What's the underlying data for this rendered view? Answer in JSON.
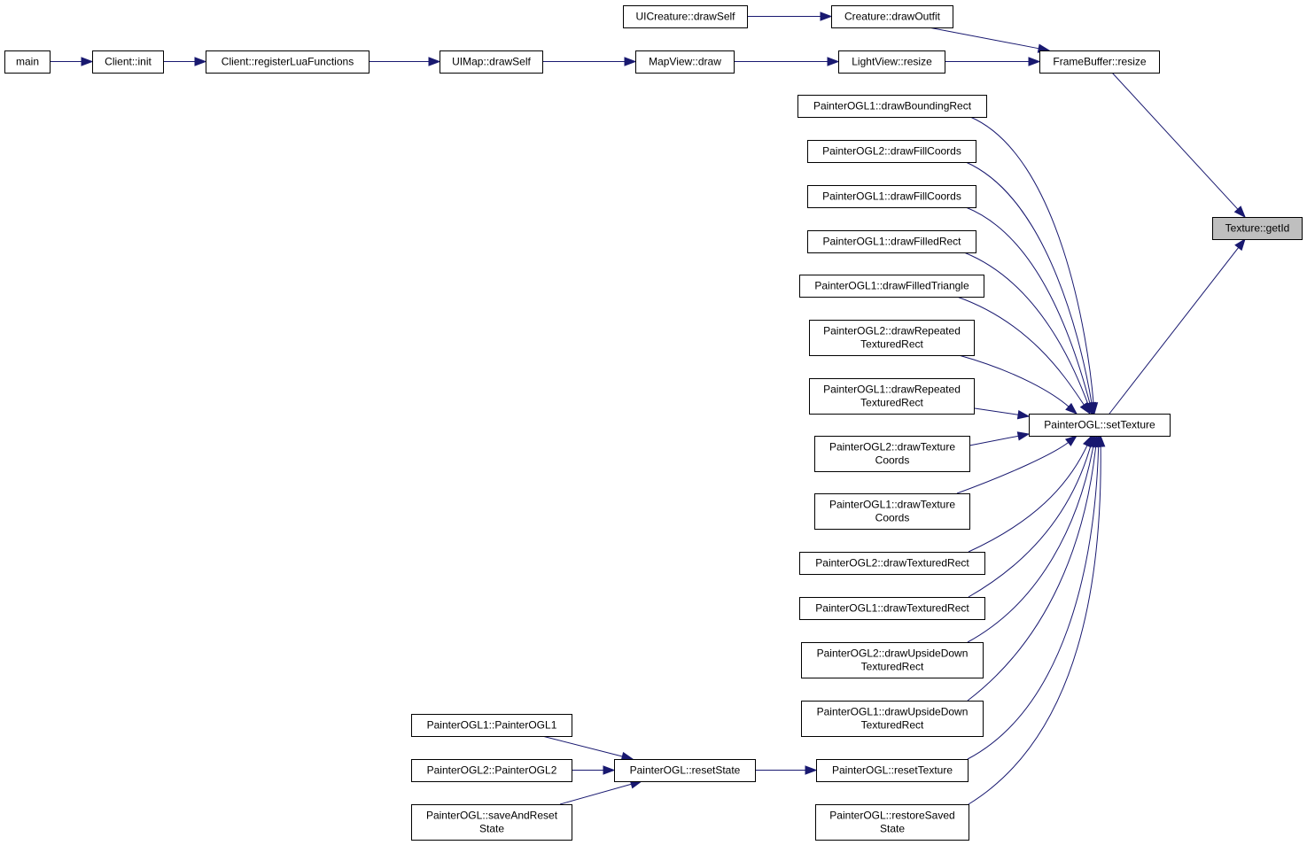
{
  "accent_color": "#191970",
  "highlight_color": "#bfbfbf",
  "nodes": {
    "main": [
      "main"
    ],
    "client_init": [
      "Client::init"
    ],
    "client_register": [
      "Client::registerLuaFunctions"
    ],
    "uimap_drawself": [
      "UIMap::drawSelf"
    ],
    "mapview_draw": [
      "MapView::draw"
    ],
    "uicreature_drawself": [
      "UICreature::drawSelf"
    ],
    "creature_drawoutfit": [
      "Creature::drawOutfit"
    ],
    "lightview_resize": [
      "LightView::resize"
    ],
    "framebuffer_resize": [
      "FrameBuffer::resize"
    ],
    "texture_getid": [
      "Texture::getId"
    ],
    "p1_drawboundingrect": [
      "PainterOGL1::drawBoundingRect"
    ],
    "p2_drawfillcoords": [
      "PainterOGL2::drawFillCoords"
    ],
    "p1_drawfillcoords": [
      "PainterOGL1::drawFillCoords"
    ],
    "p1_drawfilledrect": [
      "PainterOGL1::drawFilledRect"
    ],
    "p1_drawfilledtriangle": [
      "PainterOGL1::drawFilledTriangle"
    ],
    "p2_drawrepeated": [
      "PainterOGL2::drawRepeated",
      "TexturedRect"
    ],
    "p1_drawrepeated": [
      "PainterOGL1::drawRepeated",
      "TexturedRect"
    ],
    "p2_drawtexturecoords": [
      "PainterOGL2::drawTexture",
      "Coords"
    ],
    "p1_drawtexturecoords": [
      "PainterOGL1::drawTexture",
      "Coords"
    ],
    "p2_drawtexturedrect": [
      "PainterOGL2::drawTexturedRect"
    ],
    "p1_drawtexturedrect": [
      "PainterOGL1::drawTexturedRect"
    ],
    "p2_drawupsidedown": [
      "PainterOGL2::drawUpsideDown",
      "TexturedRect"
    ],
    "p1_drawupsidedown": [
      "PainterOGL1::drawUpsideDown",
      "TexturedRect"
    ],
    "painterogl_settexture": [
      "PainterOGL::setTexture"
    ],
    "p1_ctor": [
      "PainterOGL1::PainterOGL1"
    ],
    "p2_ctor": [
      "PainterOGL2::PainterOGL2"
    ],
    "painterogl_saveandreset": [
      "PainterOGL::saveAndReset",
      "State"
    ],
    "painterogl_resetstate": [
      "PainterOGL::resetState"
    ],
    "painterogl_resettexture": [
      "PainterOGL::resetTexture"
    ],
    "painterogl_restoresaved": [
      "PainterOGL::restoreSaved",
      "State"
    ]
  },
  "edges": [
    [
      "main",
      "client_init"
    ],
    [
      "client_init",
      "client_register"
    ],
    [
      "client_register",
      "uimap_drawself"
    ],
    [
      "uimap_drawself",
      "mapview_draw"
    ],
    [
      "mapview_draw",
      "lightview_resize"
    ],
    [
      "uicreature_drawself",
      "creature_drawoutfit"
    ],
    [
      "creature_drawoutfit",
      "framebuffer_resize"
    ],
    [
      "lightview_resize",
      "framebuffer_resize"
    ],
    [
      "framebuffer_resize",
      "texture_getid"
    ],
    [
      "painterogl_settexture",
      "texture_getid"
    ],
    [
      "p1_drawboundingrect",
      "painterogl_settexture"
    ],
    [
      "p2_drawfillcoords",
      "painterogl_settexture"
    ],
    [
      "p1_drawfillcoords",
      "painterogl_settexture"
    ],
    [
      "p1_drawfilledrect",
      "painterogl_settexture"
    ],
    [
      "p1_drawfilledtriangle",
      "painterogl_settexture"
    ],
    [
      "p2_drawrepeated",
      "painterogl_settexture"
    ],
    [
      "p1_drawrepeated",
      "painterogl_settexture"
    ],
    [
      "p2_drawtexturecoords",
      "painterogl_settexture"
    ],
    [
      "p1_drawtexturecoords",
      "painterogl_settexture"
    ],
    [
      "p2_drawtexturedrect",
      "painterogl_settexture"
    ],
    [
      "p1_drawtexturedrect",
      "painterogl_settexture"
    ],
    [
      "p2_drawupsidedown",
      "painterogl_settexture"
    ],
    [
      "p1_drawupsidedown",
      "painterogl_settexture"
    ],
    [
      "painterogl_resettexture",
      "painterogl_settexture"
    ],
    [
      "painterogl_restoresaved",
      "painterogl_settexture"
    ],
    [
      "p1_ctor",
      "painterogl_resetstate"
    ],
    [
      "p2_ctor",
      "painterogl_resetstate"
    ],
    [
      "painterogl_saveandreset",
      "painterogl_resetstate"
    ],
    [
      "painterogl_resetstate",
      "painterogl_resettexture"
    ]
  ]
}
